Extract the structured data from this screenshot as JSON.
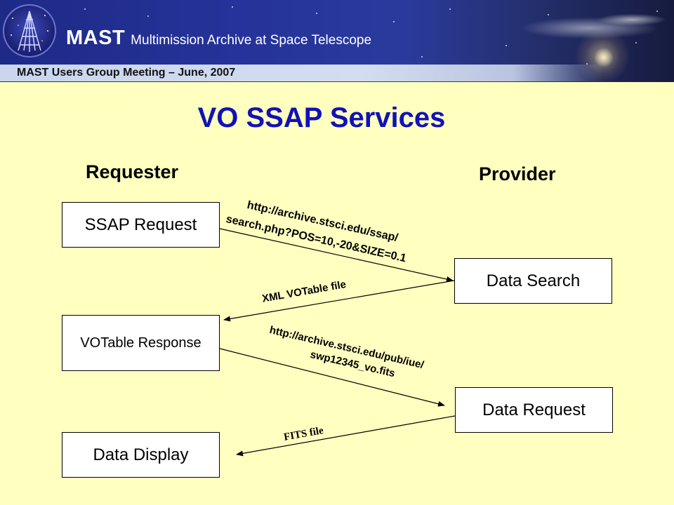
{
  "header": {
    "acronym": "MAST",
    "full_name": "Multimission Archive at Space Telescope",
    "meeting": "MAST Users Group Meeting – June, 2007",
    "logo_icon": "telescope-logo-icon"
  },
  "slide": {
    "title": "VO SSAP Services",
    "requester_heading": "Requester",
    "provider_heading": "Provider"
  },
  "nodes": {
    "ssap_request": "SSAP Request",
    "data_search": "Data Search",
    "votable_response": "VOTable Response",
    "data_request": "Data Request",
    "data_display": "Data Display"
  },
  "edges": {
    "search_url_line1": "http://archive.stsci.edu/ssap/",
    "search_url_line2": "search.php?POS=10,-20&SIZE=0.1",
    "votable_file": "XML VOTable file",
    "fits_url_line1": "http://archive.stsci.edu/pub/iue/",
    "fits_url_line2": "swp12345_vo.fits",
    "fits_file": "FITS file"
  },
  "colors": {
    "background": "#FFFFC0",
    "title": "#1111B8",
    "header": "#25339A"
  }
}
